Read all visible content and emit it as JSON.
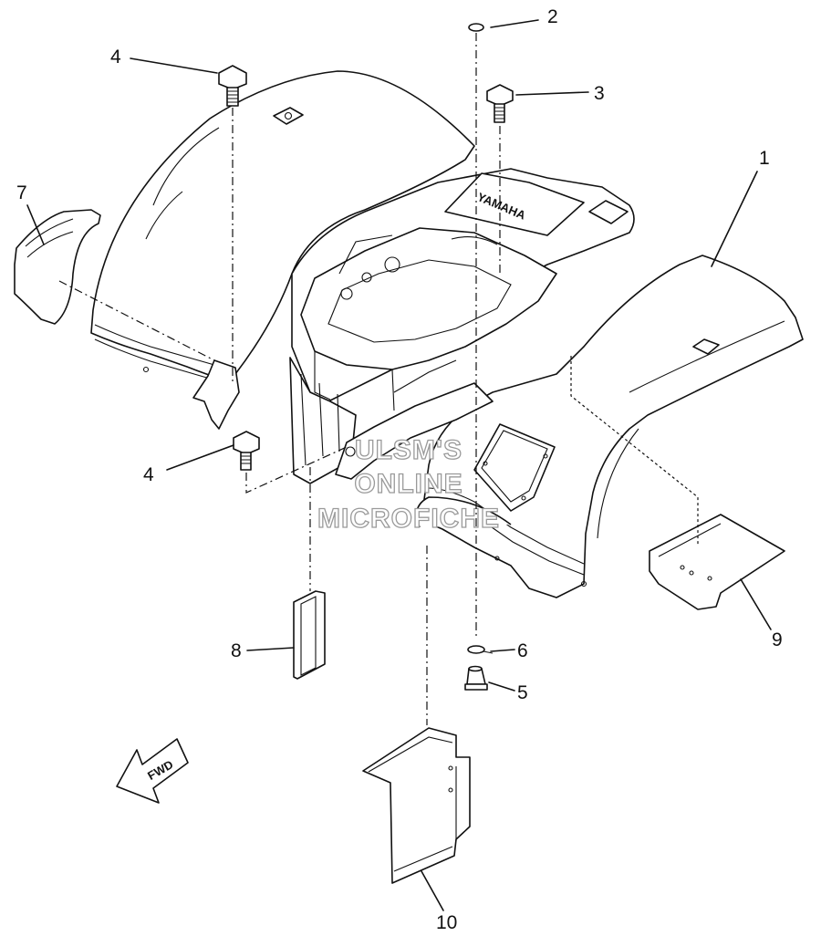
{
  "callouts": {
    "c1": "1",
    "c2": "2",
    "c3": "3",
    "c4a": "4",
    "c4b": "4",
    "c5": "5",
    "c6": "6",
    "c7": "7",
    "c8": "8",
    "c9": "9",
    "c10": "10"
  },
  "watermark": {
    "line1": "ULSM'S",
    "line2": "ONLINE",
    "line3": "MICROFICHE"
  },
  "fwd_arrow": {
    "label": "FWD"
  },
  "fender": {
    "emblem": "YAMAHA"
  },
  "colors": {
    "ink": "#111111",
    "paper": "#ffffff",
    "watermark": "#9a9a9a"
  }
}
